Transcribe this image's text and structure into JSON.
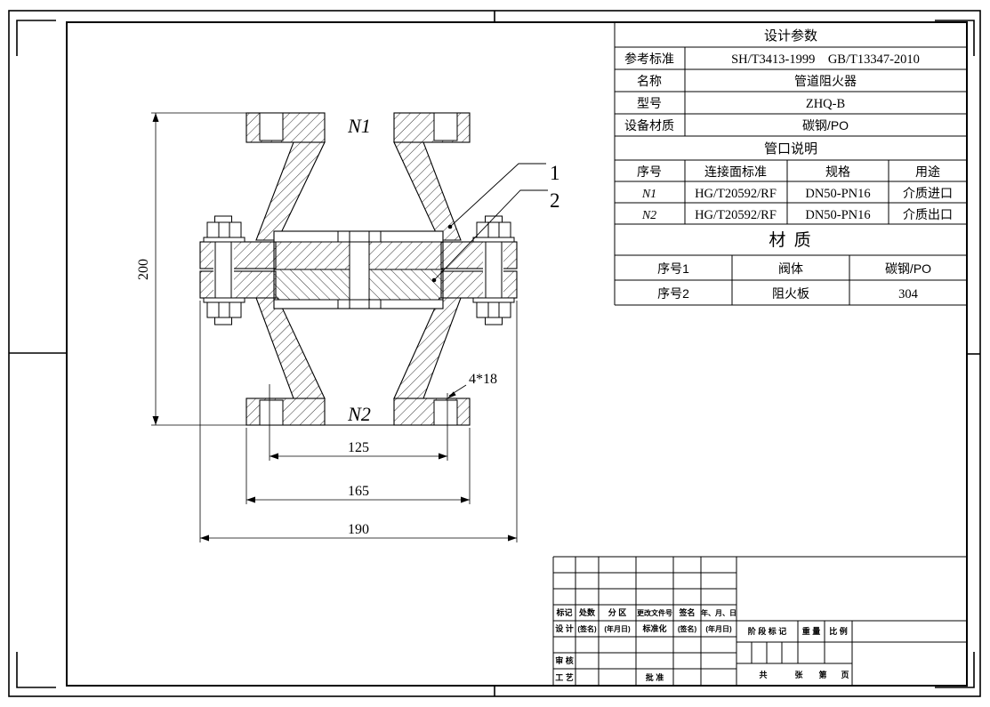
{
  "drawing": {
    "nozzle_top": "N1",
    "nozzle_bottom": "N2",
    "callout_1": "1",
    "callout_2": "2",
    "bolt_note": "4*18",
    "dim_height": "200",
    "dim_bolt_circle": "125",
    "dim_flange": "165",
    "dim_housing": "190"
  },
  "design_params": {
    "title": "设计参数",
    "rows": [
      {
        "label": "参考标准",
        "value": "SH/T3413-1999 GB/T13347-2010"
      },
      {
        "label": "名称",
        "value": "管道阻火器"
      },
      {
        "label": "型号",
        "value": "ZHQ-B"
      },
      {
        "label": "设备材质",
        "value": "碳钢/PO"
      }
    ]
  },
  "nozzles": {
    "title": "管口说明",
    "headers": [
      "序号",
      "连接面标准",
      "规格",
      "用途"
    ],
    "rows": [
      {
        "id": "N1",
        "standard": "HG/T20592/RF",
        "spec": "DN50-PN16",
        "use": "介质进口"
      },
      {
        "id": "N2",
        "standard": "HG/T20592/RF",
        "spec": "DN50-PN16",
        "use": "介质出口"
      }
    ]
  },
  "materials": {
    "title": "材 质",
    "rows": [
      {
        "id": "序号1",
        "part": "阀体",
        "material": "碳钢/PO"
      },
      {
        "id": "序号2",
        "part": "阻火板",
        "material": "304"
      }
    ]
  },
  "titleblock": {
    "rev_headers": [
      "标记",
      "处数",
      "分 区",
      "更改文件号",
      "签名",
      "年、月、日"
    ],
    "sign_row": [
      "设 计",
      "(签名)",
      "(年月日)",
      "标准化",
      "(签名)",
      "(年月日)"
    ],
    "audit": "审 核",
    "process": "工 艺",
    "approve": "批 准",
    "stage": "阶 段 标 记",
    "weight": "重 量",
    "scale": "比 例",
    "sheet": [
      "共",
      "张",
      "第",
      "页"
    ]
  }
}
